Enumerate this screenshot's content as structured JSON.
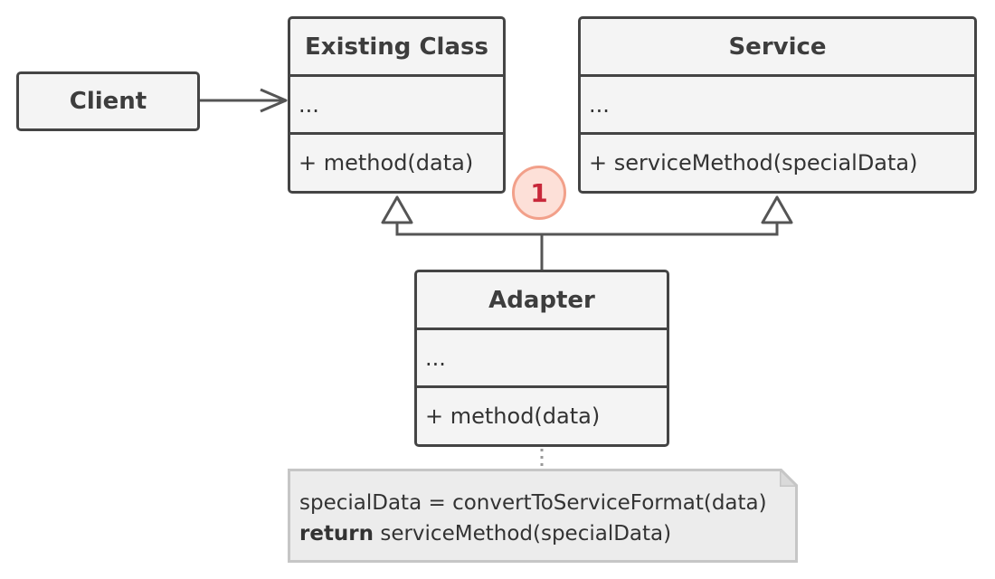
{
  "client": {
    "label": "Client"
  },
  "existing_class": {
    "name": "Existing Class",
    "fields": "...",
    "methods": "+ method(data)"
  },
  "service": {
    "name": "Service",
    "fields": "...",
    "methods": "+ serviceMethod(specialData)"
  },
  "adapter": {
    "name": "Adapter",
    "fields": "...",
    "methods": "+ method(data)"
  },
  "step_badge": {
    "number": "1",
    "fill_color": "#fde0d8",
    "text_color": "#c8283a"
  },
  "note": {
    "line1": "specialData = convertToServiceFormat(data)",
    "line2_keyword": "return",
    "line2_rest": " serviceMethod(specialData)"
  },
  "colors": {
    "outline": "#444444",
    "box_fill": "#f4f4f4",
    "note_fill": "#ececec",
    "note_border": "#c6c6c6"
  }
}
